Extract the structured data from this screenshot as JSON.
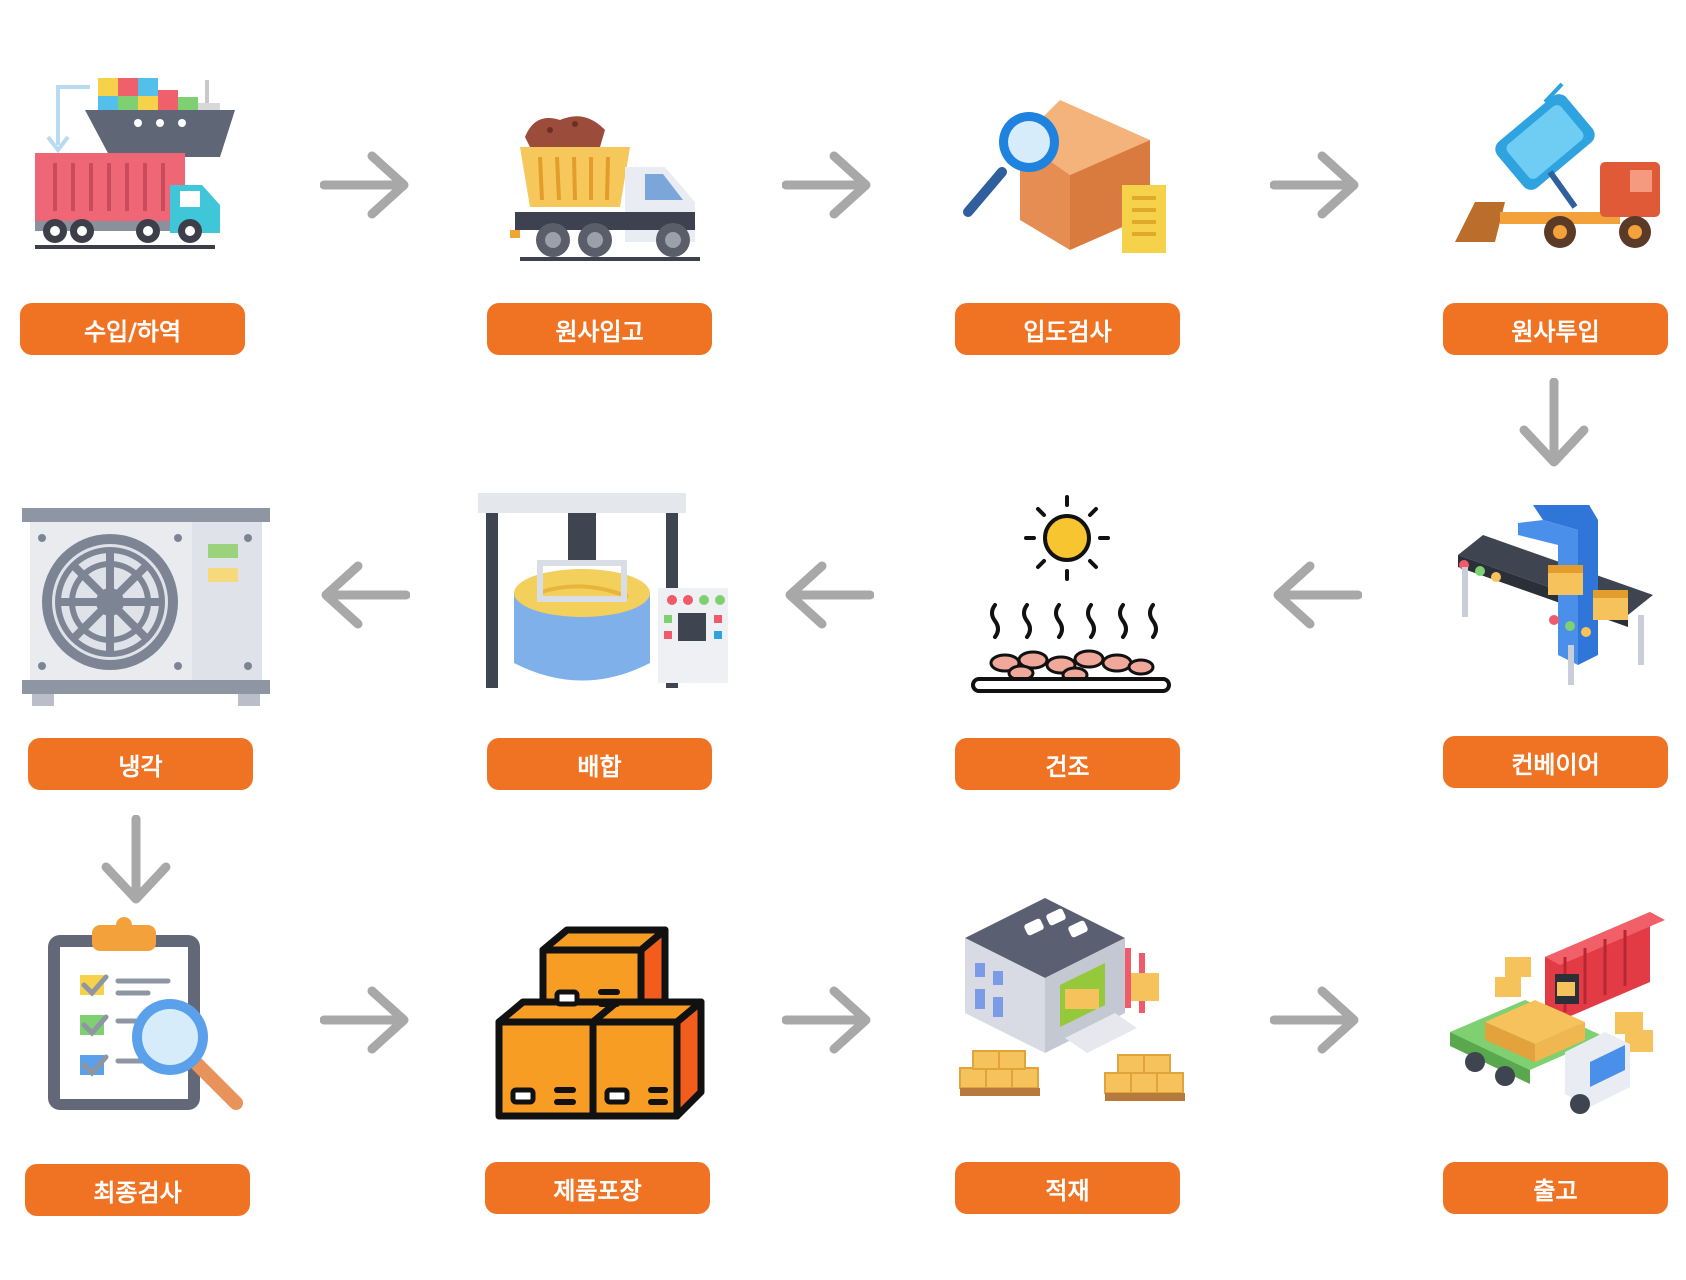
{
  "steps": [
    {
      "label": "수입/하역",
      "icon": "cargo-ship-truck-icon"
    },
    {
      "label": "원사입고",
      "icon": "dump-truck-icon"
    },
    {
      "label": "입도검사",
      "icon": "box-inspection-icon"
    },
    {
      "label": "원사투입",
      "icon": "dump-loader-icon"
    },
    {
      "label": "컨베이어",
      "icon": "conveyor-scanner-icon"
    },
    {
      "label": "건조",
      "icon": "sun-drying-icon"
    },
    {
      "label": "배합",
      "icon": "mixing-tank-icon"
    },
    {
      "label": "냉각",
      "icon": "cooling-unit-icon"
    },
    {
      "label": "최종검사",
      "icon": "checklist-inspection-icon"
    },
    {
      "label": "제품포장",
      "icon": "stacked-boxes-icon"
    },
    {
      "label": "적재",
      "icon": "warehouse-loading-icon"
    },
    {
      "label": "출고",
      "icon": "shipping-truck-icon"
    }
  ],
  "colors": {
    "label_bg": "#f07223",
    "label_text": "#ffffff",
    "arrow": "#a8a8a8"
  }
}
